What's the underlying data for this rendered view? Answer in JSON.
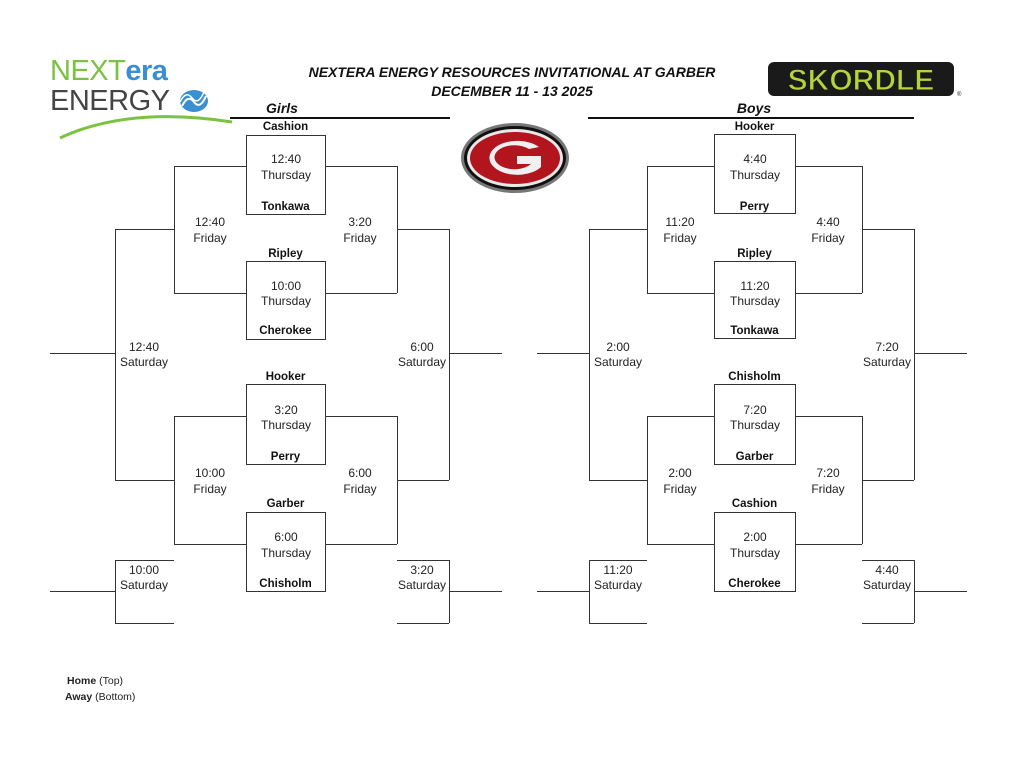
{
  "header": {
    "title": "NEXTERA ENERGY RESOURCES INVITATIONAL AT GARBER",
    "dates": "DECEMBER 11 - 13 2025"
  },
  "logos": {
    "sponsor_left": {
      "line1_a": "NEXT",
      "line1_b": "era",
      "line2": "ENERGY",
      "colors": {
        "green": "#7cc242",
        "blue": "#3a8fd0",
        "gray": "#444444"
      }
    },
    "host": {
      "letter": "G",
      "colors": {
        "red": "#b3151e",
        "outline": "#222222"
      }
    },
    "sponsor_right": {
      "text": "SKORDLE",
      "reg": "®",
      "colors": {
        "fill": "#b6d33a",
        "outline": "#1a1a1a"
      }
    }
  },
  "brackets": {
    "girls": {
      "label": "Girls",
      "first_round": [
        {
          "home": "Cashion",
          "away": "Tonkawa",
          "time": "12:40",
          "day": "Thursday"
        },
        {
          "home": "Ripley",
          "away": "Cherokee",
          "time": "10:00",
          "day": "Thursday"
        },
        {
          "home": "Hooker",
          "away": "Perry",
          "time": "3:20",
          "day": "Thursday"
        },
        {
          "home": "Garber",
          "away": "Chisholm",
          "time": "6:00",
          "day": "Thursday"
        }
      ],
      "friday": {
        "left_top": {
          "time": "12:40",
          "day": "Friday"
        },
        "right_top": {
          "time": "3:20",
          "day": "Friday"
        },
        "left_bottom": {
          "time": "10:00",
          "day": "Friday"
        },
        "right_bottom": {
          "time": "6:00",
          "day": "Friday"
        }
      },
      "saturday": {
        "left": {
          "time": "12:40",
          "day": "Saturday"
        },
        "right": {
          "time": "6:00",
          "day": "Saturday"
        },
        "left_consolation": {
          "time": "10:00",
          "day": "Saturday"
        },
        "right_consolation": {
          "time": "3:20",
          "day": "Saturday"
        }
      }
    },
    "boys": {
      "label": "Boys",
      "first_round": [
        {
          "home": "Hooker",
          "away": "Perry",
          "time": "4:40",
          "day": "Thursday"
        },
        {
          "home": "Ripley",
          "away": "Tonkawa",
          "time": "11:20",
          "day": "Thursday"
        },
        {
          "home": "Chisholm",
          "away": "Garber",
          "time": "7:20",
          "day": "Thursday"
        },
        {
          "home": "Cashion",
          "away": "Cherokee",
          "time": "2:00",
          "day": "Thursday"
        }
      ],
      "friday": {
        "left_top": {
          "time": "11:20",
          "day": "Friday"
        },
        "right_top": {
          "time": "4:40",
          "day": "Friday"
        },
        "left_bottom": {
          "time": "2:00",
          "day": "Friday"
        },
        "right_bottom": {
          "time": "7:20",
          "day": "Friday"
        }
      },
      "saturday": {
        "left": {
          "time": "2:00",
          "day": "Saturday"
        },
        "right": {
          "time": "7:20",
          "day": "Saturday"
        },
        "left_consolation": {
          "time": "11:20",
          "day": "Saturday"
        },
        "right_consolation": {
          "time": "4:40",
          "day": "Saturday"
        }
      }
    }
  },
  "legend": {
    "home_label": "Home",
    "home_note": "(Top)",
    "away_label": "Away",
    "away_note": "(Bottom)"
  }
}
